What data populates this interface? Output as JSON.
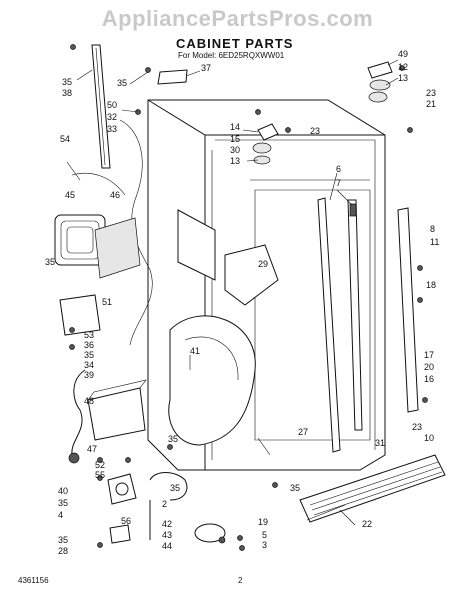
{
  "header": {
    "watermark": "AppliancePartsPros.com",
    "title": "CABINET PARTS",
    "subtitle": "For Model: 6ED25RQXWW01"
  },
  "footer": {
    "doc_number": "4361156",
    "page": "2"
  },
  "callouts": [
    {
      "id": "c35a",
      "label": "35"
    },
    {
      "id": "c38",
      "label": "38"
    },
    {
      "id": "c35b",
      "label": "35"
    },
    {
      "id": "c37",
      "label": "37"
    },
    {
      "id": "c50",
      "label": "50"
    },
    {
      "id": "c32",
      "label": "32"
    },
    {
      "id": "c33",
      "label": "33"
    },
    {
      "id": "c54",
      "label": "54"
    },
    {
      "id": "c46",
      "label": "46"
    },
    {
      "id": "c45",
      "label": "45"
    },
    {
      "id": "c35c",
      "label": "35"
    },
    {
      "id": "c51",
      "label": "51"
    },
    {
      "id": "c53",
      "label": "53"
    },
    {
      "id": "c36",
      "label": "36"
    },
    {
      "id": "c35d",
      "label": "35"
    },
    {
      "id": "c34",
      "label": "34"
    },
    {
      "id": "c39",
      "label": "39"
    },
    {
      "id": "c48",
      "label": "48"
    },
    {
      "id": "c47",
      "label": "47"
    },
    {
      "id": "c52",
      "label": "52"
    },
    {
      "id": "c55",
      "label": "55"
    },
    {
      "id": "c35e",
      "label": "35"
    },
    {
      "id": "c40",
      "label": "40"
    },
    {
      "id": "c35f",
      "label": "35"
    },
    {
      "id": "c4",
      "label": "4"
    },
    {
      "id": "c56",
      "label": "56"
    },
    {
      "id": "c35g",
      "label": "35"
    },
    {
      "id": "c28",
      "label": "28"
    },
    {
      "id": "c49",
      "label": "49"
    },
    {
      "id": "c12",
      "label": "12"
    },
    {
      "id": "c13",
      "label": "13"
    },
    {
      "id": "c23a",
      "label": "23"
    },
    {
      "id": "c21",
      "label": "21"
    },
    {
      "id": "c14",
      "label": "14"
    },
    {
      "id": "c15",
      "label": "15"
    },
    {
      "id": "c23b",
      "label": "23"
    },
    {
      "id": "c30",
      "label": "30"
    },
    {
      "id": "c13b",
      "label": "13"
    },
    {
      "id": "c6",
      "label": "6"
    },
    {
      "id": "c7",
      "label": "7"
    },
    {
      "id": "c8",
      "label": "8"
    },
    {
      "id": "c11",
      "label": "11"
    },
    {
      "id": "c18",
      "label": "18"
    },
    {
      "id": "c29",
      "label": "29"
    },
    {
      "id": "c41",
      "label": "41"
    },
    {
      "id": "c17",
      "label": "17"
    },
    {
      "id": "c20",
      "label": "20"
    },
    {
      "id": "c16",
      "label": "16"
    },
    {
      "id": "c23c",
      "label": "23"
    },
    {
      "id": "c10",
      "label": "10"
    },
    {
      "id": "c31",
      "label": "31"
    },
    {
      "id": "c27",
      "label": "27"
    },
    {
      "id": "c35h",
      "label": "35"
    },
    {
      "id": "c35i",
      "label": "35"
    },
    {
      "id": "c2",
      "label": "2"
    },
    {
      "id": "c42",
      "label": "42"
    },
    {
      "id": "c43",
      "label": "43"
    },
    {
      "id": "c44",
      "label": "44"
    },
    {
      "id": "c19",
      "label": "19"
    },
    {
      "id": "c5",
      "label": "5"
    },
    {
      "id": "c3",
      "label": "3"
    },
    {
      "id": "c22",
      "label": "22"
    }
  ]
}
